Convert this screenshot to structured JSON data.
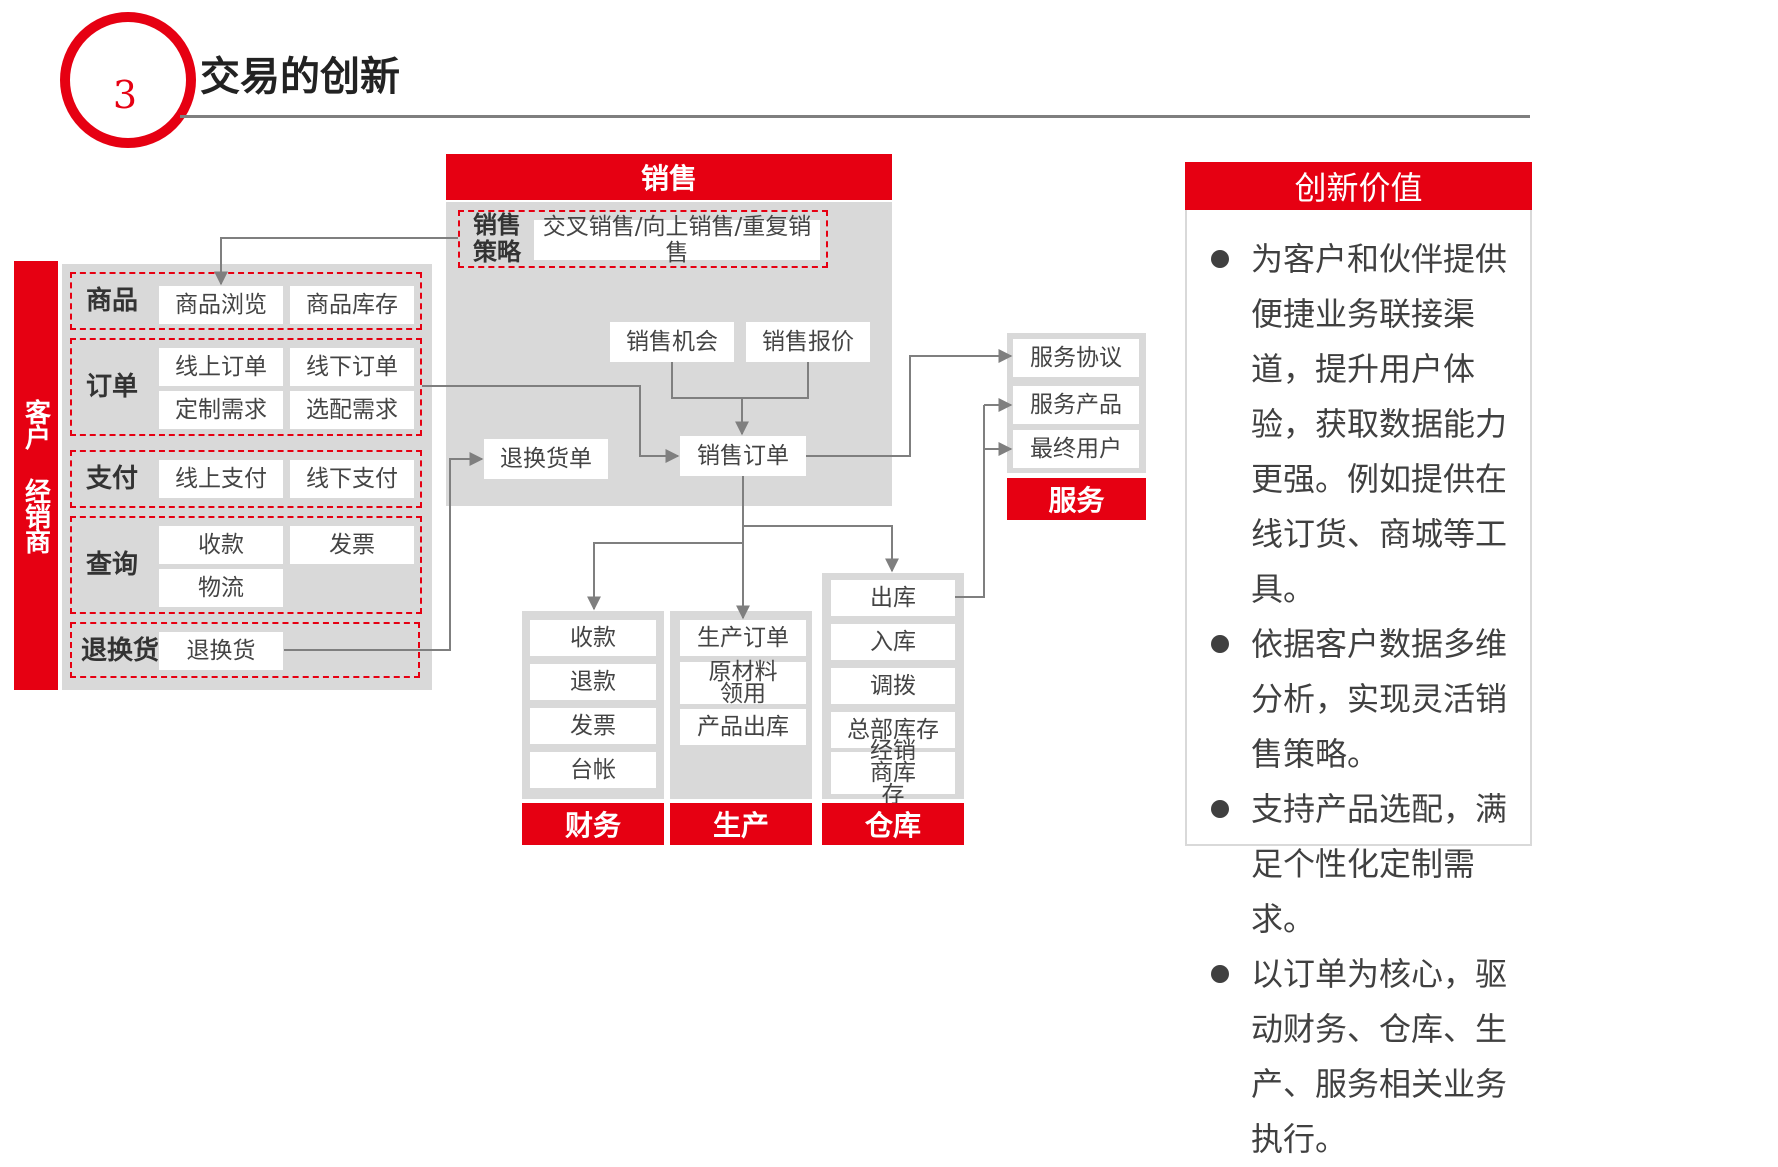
{
  "header": {
    "number": "3",
    "title": "交易的创新"
  },
  "sales": {
    "title": "销售",
    "strategy_label": "销售策略",
    "strategy_text": "交叉销售/向上销售/重复销售",
    "opportunity": "销售机会",
    "quote": "销售报价",
    "order": "销售订单",
    "return_order": "退换货单"
  },
  "customer": {
    "side_label": "客户 经销商",
    "groups": [
      {
        "label": "商品",
        "items": [
          "商品浏览",
          "商品库存"
        ]
      },
      {
        "label": "订单",
        "items": [
          "线上订单",
          "线下订单",
          "定制需求",
          "选配需求"
        ]
      },
      {
        "label": "支付",
        "items": [
          "线上支付",
          "线下支付"
        ]
      },
      {
        "label": "查询",
        "items": [
          "收款",
          "发票",
          "物流"
        ]
      },
      {
        "label": "退换货",
        "items": [
          "退换货"
        ]
      }
    ]
  },
  "service": {
    "title": "服务",
    "items": [
      "服务协议",
      "服务产品",
      "最终用户"
    ]
  },
  "finance": {
    "title": "财务",
    "items": [
      "收款",
      "退款",
      "发票",
      "台帐"
    ]
  },
  "production": {
    "title": "生产",
    "items": [
      "生产订单",
      "原材料领用",
      "产品出库"
    ]
  },
  "warehouse": {
    "title": "仓库",
    "items": [
      "出库",
      "入库",
      "调拨",
      "总部库存",
      "经销商库存"
    ]
  },
  "value": {
    "title": "创新价值",
    "bullets": [
      "为客户和伙伴提供便捷业务联接渠道，提升用户体验，获取数据能力更强。例如提供在线订货、商城等工具。",
      "依据客户数据多维分析，实现灵活销售策略。",
      "支持产品选配，满足个性化定制需求。",
      "以订单为核心，驱动财务、仓库、生产、服务相关业务执行。"
    ]
  },
  "colors": {
    "accent": "#e60012",
    "panel": "#d9d9d9",
    "line": "#7f7f7f"
  }
}
